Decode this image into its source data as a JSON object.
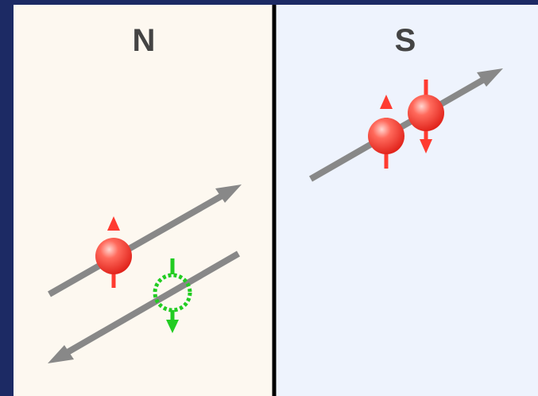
{
  "regions": {
    "left": {
      "label": "N",
      "background": "#fdf8f0"
    },
    "right": {
      "label": "S",
      "background": "#eef3fd"
    }
  },
  "colors": {
    "frame": "#1c2a64",
    "divider": "#000000",
    "arrow": "#888888",
    "electron": "#ff3b30",
    "hole": "#22cc22"
  },
  "particles": [
    {
      "region": "N",
      "kind": "electron",
      "spin": "up"
    },
    {
      "region": "N",
      "kind": "hole",
      "spin": "down"
    },
    {
      "region": "S",
      "kind": "electron",
      "spin": "up"
    },
    {
      "region": "S",
      "kind": "electron",
      "spin": "down"
    }
  ]
}
